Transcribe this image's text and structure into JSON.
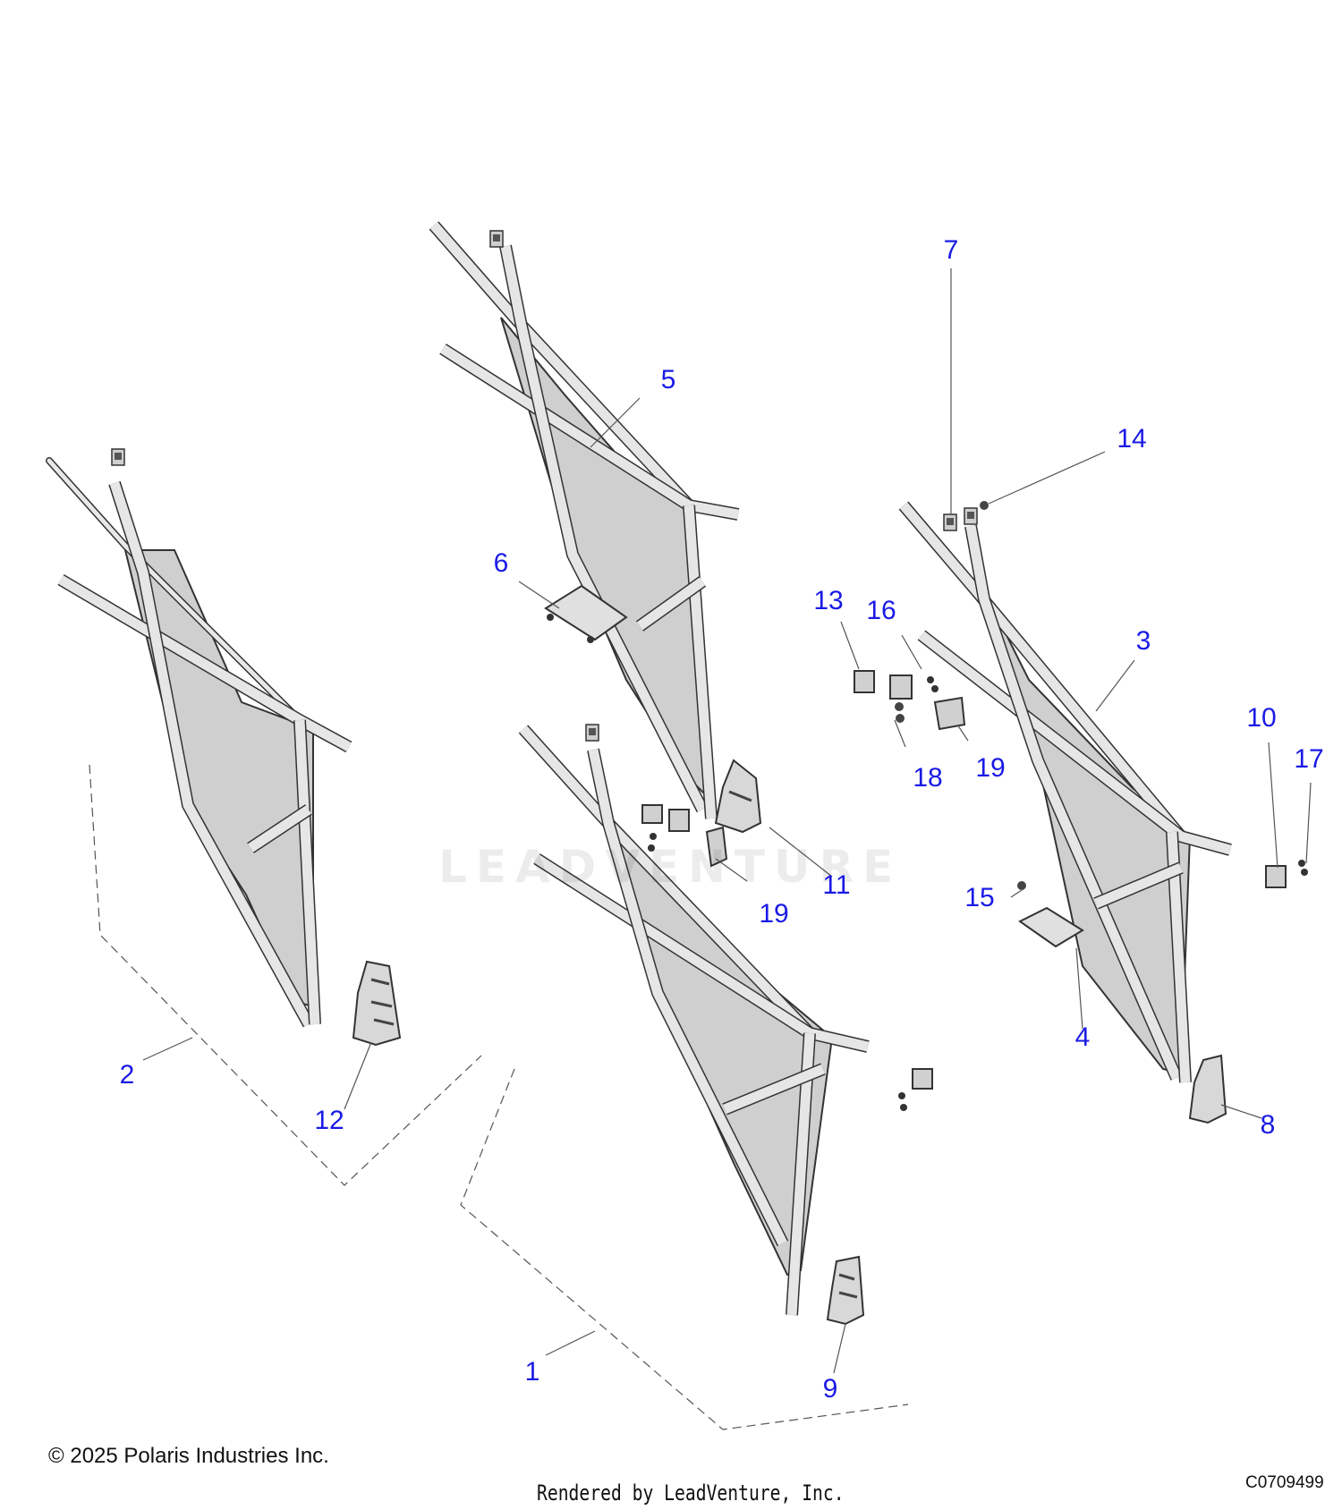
{
  "callouts": [
    {
      "id": "c1",
      "label": "1"
    },
    {
      "id": "c2",
      "label": "2"
    },
    {
      "id": "c3",
      "label": "3"
    },
    {
      "id": "c4",
      "label": "4"
    },
    {
      "id": "c5",
      "label": "5"
    },
    {
      "id": "c6",
      "label": "6"
    },
    {
      "id": "c7",
      "label": "7"
    },
    {
      "id": "c8",
      "label": "8"
    },
    {
      "id": "c9",
      "label": "9"
    },
    {
      "id": "c10",
      "label": "10"
    },
    {
      "id": "c11",
      "label": "11"
    },
    {
      "id": "c12",
      "label": "12"
    },
    {
      "id": "c13",
      "label": "13"
    },
    {
      "id": "c14",
      "label": "14"
    },
    {
      "id": "c15",
      "label": "15"
    },
    {
      "id": "c16",
      "label": "16"
    },
    {
      "id": "c17",
      "label": "17"
    },
    {
      "id": "c18",
      "label": "18"
    },
    {
      "id": "c19a",
      "label": "19"
    },
    {
      "id": "c19b",
      "label": "19"
    }
  ],
  "watermark": "LEADVENTURE",
  "footer": {
    "copyright": "© 2025 Polaris Industries Inc.",
    "rendered_by": "Rendered by LeadVenture, Inc.",
    "diagram_code": "C0709499"
  },
  "colors": {
    "callout_text": "#1a1ae6",
    "part_fill": "#cfcfcf",
    "part_stroke": "#333333"
  }
}
